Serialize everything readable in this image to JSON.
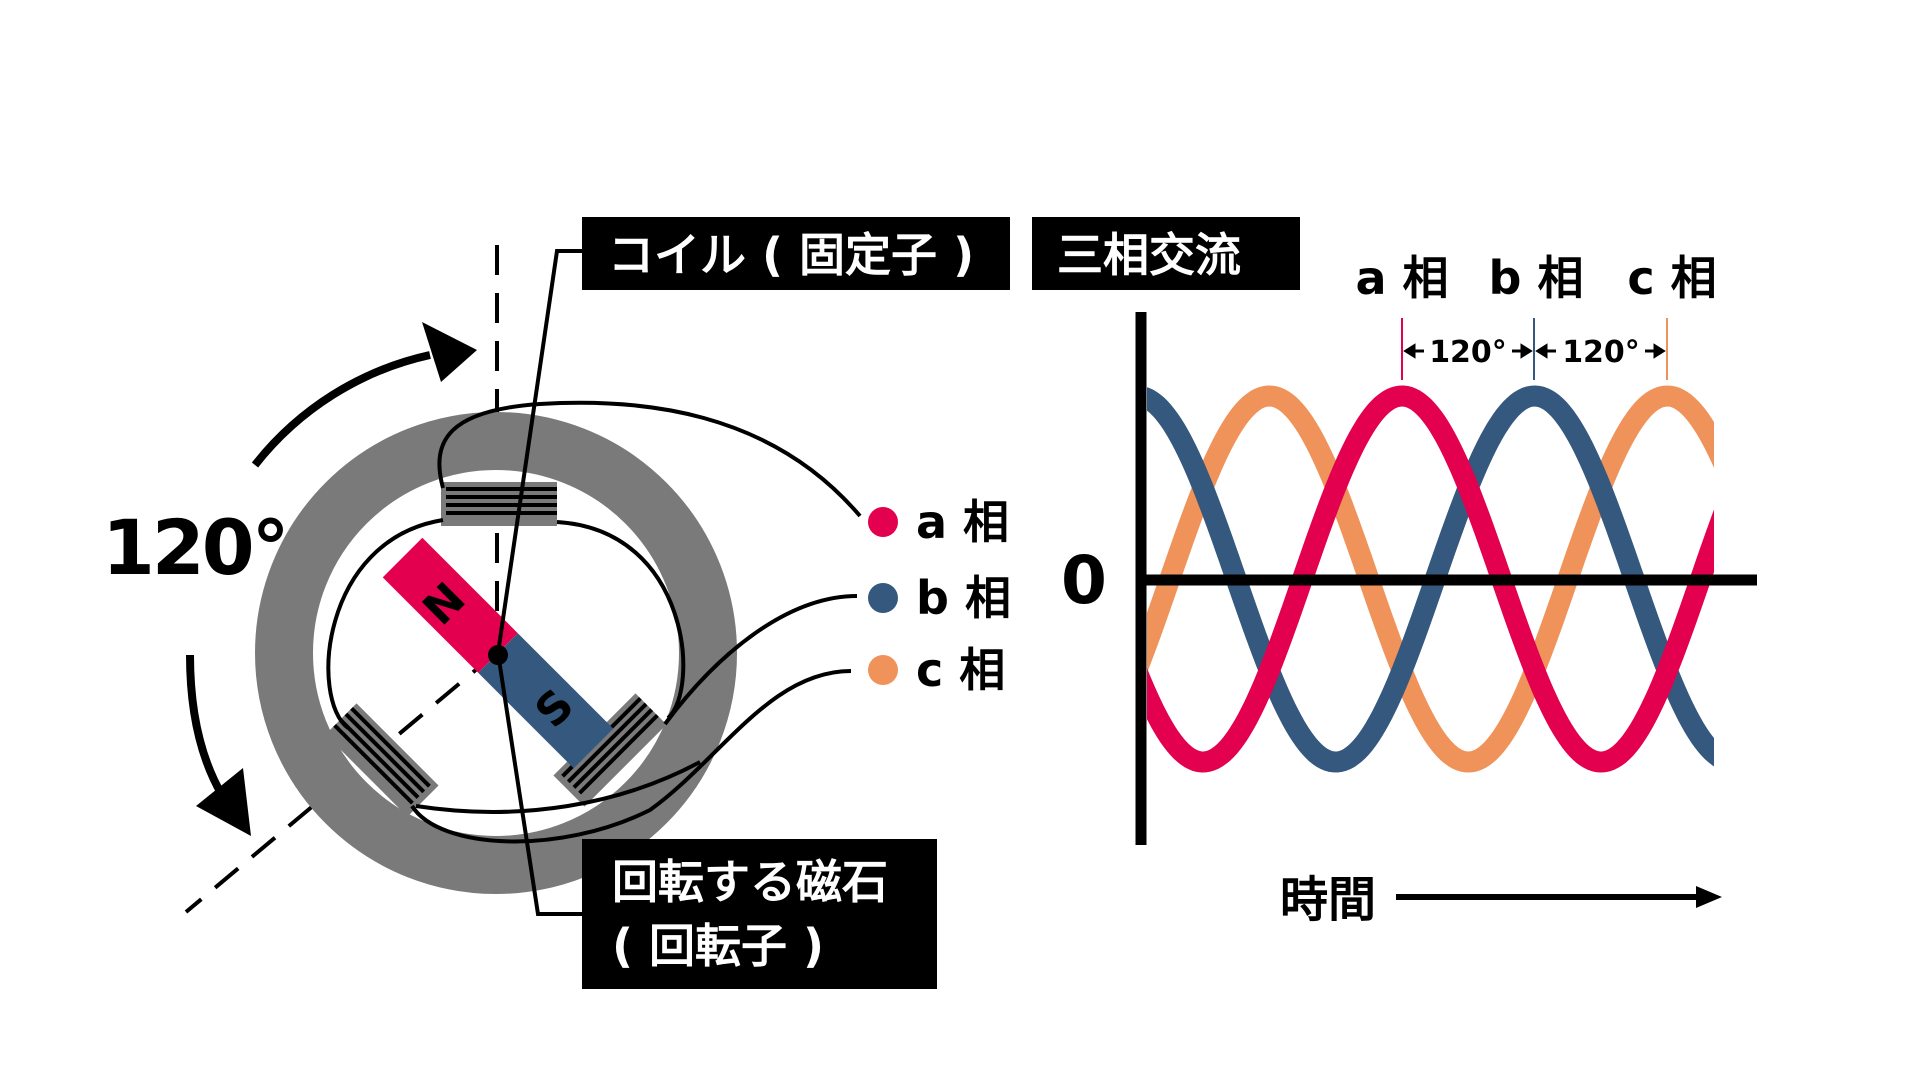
{
  "labels": {
    "coil": "コイル ( 固定子 )",
    "three_phase": "三相交流",
    "rotor_line1": "回転する磁石",
    "rotor_line2": "( 回転子 )",
    "angle": "120°",
    "north": "N",
    "south": "S",
    "zero": "0",
    "time": "時間"
  },
  "phases": [
    {
      "label": "a 相",
      "color": "#e3004f",
      "phase_deg": 0
    },
    {
      "label": "b 相",
      "color": "#34587e",
      "phase_deg": 120
    },
    {
      "label": "c 相",
      "color": "#f0935a",
      "phase_deg": 240
    }
  ],
  "phase_gaps": [
    "120°",
    "120°"
  ],
  "colors": {
    "stator": "#7a7a7a",
    "north": "#e3004f",
    "south": "#34587e",
    "box": "#000000"
  }
}
